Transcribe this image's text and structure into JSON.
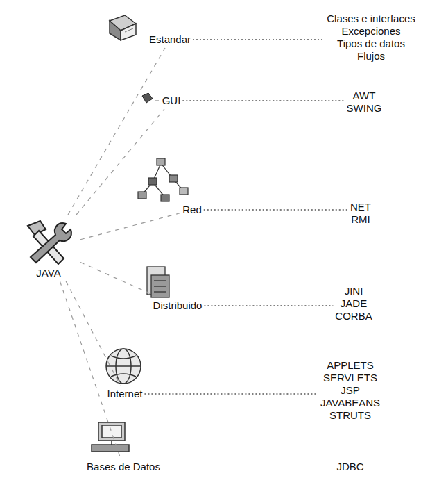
{
  "diagram": {
    "nodes": [
      {
        "text": [
          "Estandar"
        ]
      },
      {
        "text": [
          "Clases e interfaces",
          "Excepciones",
          "Tipos de datos",
          "Flujos"
        ]
      },
      {
        "text": [
          "GUI"
        ]
      },
      {
        "text": [
          "AWT",
          "SWING"
        ]
      },
      {
        "text": [
          "Red"
        ]
      },
      {
        "text": [
          "NET",
          "RMI"
        ]
      },
      {
        "text": [
          "JAVA"
        ]
      },
      {
        "text": [
          "Distribuido"
        ]
      },
      {
        "text": [
          "JINI",
          "JADE",
          "CORBA"
        ]
      },
      {
        "text": [
          "Internet"
        ]
      },
      {
        "text": [
          "APPLETS",
          "SERVLETS",
          "JSP",
          "JAVABEANS",
          "STRUTS"
        ]
      },
      {
        "text": [
          "Bases de Datos"
        ]
      },
      {
        "text": [
          "JDBC"
        ]
      }
    ],
    "edges": [
      {
        "from": 6,
        "to": 0,
        "arrow": "none"
      },
      {
        "from": 6,
        "to": 2,
        "arrow": "none"
      },
      {
        "from": 6,
        "to": 4,
        "arrow": "none"
      },
      {
        "from": 6,
        "to": 7,
        "arrow": "none"
      },
      {
        "from": 6,
        "to": 9,
        "arrow": "none"
      },
      {
        "from": 6,
        "to": 11,
        "arrow": "none"
      },
      {
        "from": 0,
        "to": 1,
        "arrow": "none"
      },
      {
        "from": 2,
        "to": 3,
        "arrow": "none"
      },
      {
        "from": 4,
        "to": 5,
        "arrow": "none"
      },
      {
        "from": 7,
        "to": 8,
        "arrow": "none"
      },
      {
        "from": 9,
        "to": 10,
        "arrow": "none"
      }
    ]
  }
}
